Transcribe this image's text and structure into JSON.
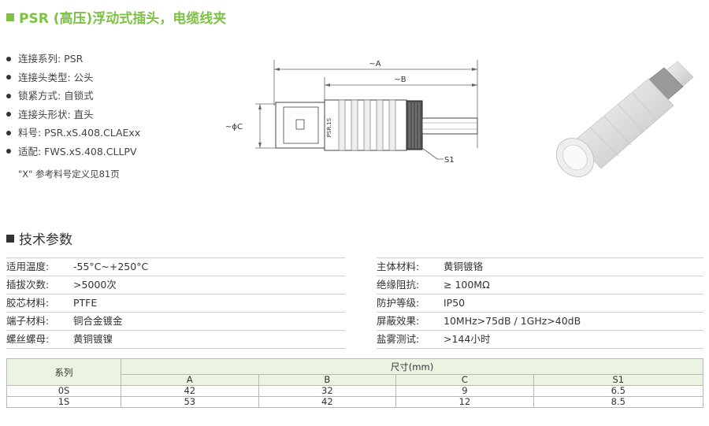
{
  "section1_title": "PSR (高压)浮动式插头，电缆线夹",
  "bullets": [
    "连接系列: PSR",
    "连接头类型: 公头",
    "锁紧方式: 自锁式",
    "连接头形状: 直头",
    "料号: PSR.xS.408.CLAExx",
    "适配: FWS.xS.408.CLLPV"
  ],
  "note": "\"X\" 参考料号定义见81页",
  "drawing": {
    "dim_a": "~A",
    "dim_b": "~B",
    "dim_c": "~ϕC",
    "dim_s1": "S1",
    "label_line1": "PSR.1S"
  },
  "section2_title": "技术参数",
  "specs_left": [
    {
      "key": "适用温度:",
      "value": "-55°C~+250°C"
    },
    {
      "key": "插拔次数:",
      "value": ">5000次"
    },
    {
      "key": "胶芯材料:",
      "value": "PTFE"
    },
    {
      "key": "端子材料:",
      "value": "铜合金镀金"
    },
    {
      "key": "螺丝螺母:",
      "value": "黄铜镀镍"
    }
  ],
  "specs_right": [
    {
      "key": "主体材料:",
      "value": "黄铜镀铬"
    },
    {
      "key": "绝缘阻抗:",
      "value": "≥ 100MΩ"
    },
    {
      "key": "防护等级:",
      "value": "IP50"
    },
    {
      "key": "屏蔽效果:",
      "value": "10MHz>75dB / 1GHz>40dB"
    },
    {
      "key": "盐雾测试:",
      "value": ">144小时"
    }
  ],
  "table": {
    "series_header": "系列",
    "size_header": "尺寸(mm)",
    "columns": [
      "A",
      "B",
      "C",
      "S1"
    ],
    "rows": [
      {
        "series": "0S",
        "A": "42",
        "B": "32",
        "C": "9",
        "S1": "6.5"
      },
      {
        "series": "1S",
        "A": "53",
        "B": "42",
        "C": "12",
        "S1": "8.5"
      }
    ]
  },
  "colors": {
    "accent": "#7dc242",
    "header_bg": "#eaf4e1"
  }
}
